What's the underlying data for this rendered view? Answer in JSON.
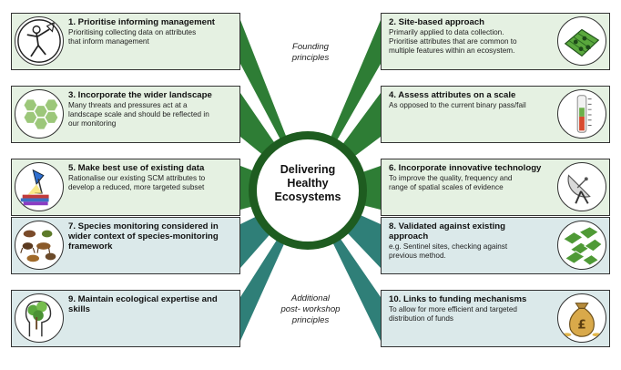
{
  "center": {
    "line1": "Delivering",
    "line2": "Healthy",
    "line3": "Ecosystems"
  },
  "labels": {
    "founding_line1": "Founding",
    "founding_line2": "principles",
    "additional_line1": "Additional",
    "additional_line2": "post- workshop",
    "additional_line3": "principles"
  },
  "cards": [
    {
      "id": "c1",
      "title": "1. Prioritise informing management",
      "lines": [
        "Prioritising collecting data on attributes",
        "that inform management"
      ],
      "icon": "management-figure-icon",
      "group": "founding"
    },
    {
      "id": "c2",
      "title": "2. Site-based approach",
      "lines": [
        "Primarily applied to data collection.",
        "Prioritise attributes that are common to",
        "multiple features within an ecosystem."
      ],
      "icon": "site-map-icon",
      "group": "founding"
    },
    {
      "id": "c3",
      "title": "3. Incorporate the wider landscape",
      "lines": [
        "Many threats and pressures act at a",
        "landscape scale and should be reflected in",
        "our monitoring"
      ],
      "icon": "hexagon-landscape-icon",
      "group": "founding"
    },
    {
      "id": "c4",
      "title": "4. Assess attributes on a scale",
      "lines": [
        "As opposed to the current binary pass/fail"
      ],
      "icon": "gauge-scale-icon",
      "group": "founding"
    },
    {
      "id": "c5",
      "title": "5. Make best use of existing data",
      "lines": [
        "Rationalise our existing SCM attributes to",
        "develop a reduced, more targeted subset"
      ],
      "icon": "lamp-books-icon",
      "group": "founding"
    },
    {
      "id": "c6",
      "title": "6. Incorporate innovative technology",
      "lines": [
        "To improve the quality, frequency and",
        "range of spatial scales of evidence"
      ],
      "icon": "satellite-dish-icon",
      "group": "founding"
    },
    {
      "id": "c7",
      "title": "7. Species monitoring considered in",
      "title2": "wider context of species-monitoring",
      "title3": "framework",
      "lines": [],
      "icon": "animals-icon",
      "group": "additional"
    },
    {
      "id": "c8",
      "title": "8. Validated against existing",
      "title2": "approach",
      "lines": [
        "e.g. Sentinel sites, checking against",
        "previous method."
      ],
      "icon": "validated-sites-icon",
      "group": "additional"
    },
    {
      "id": "c9",
      "title": "9. Maintain ecological expertise and",
      "title2": "skills",
      "lines": [],
      "icon": "tree-head-icon",
      "group": "additional"
    },
    {
      "id": "c10",
      "title": "10. Links to funding mechanisms",
      "lines": [
        "To allow for more efficient and targeted",
        "distribution of funds"
      ],
      "icon": "money-bag-icon",
      "group": "additional"
    }
  ],
  "colors": {
    "founding_card": "#e5f1e2",
    "additional_card": "#dbe9ea",
    "founding_arrow": "#2e7d35",
    "additional_arrow": "#2f7f78",
    "center_ring": "#1e5c20"
  }
}
